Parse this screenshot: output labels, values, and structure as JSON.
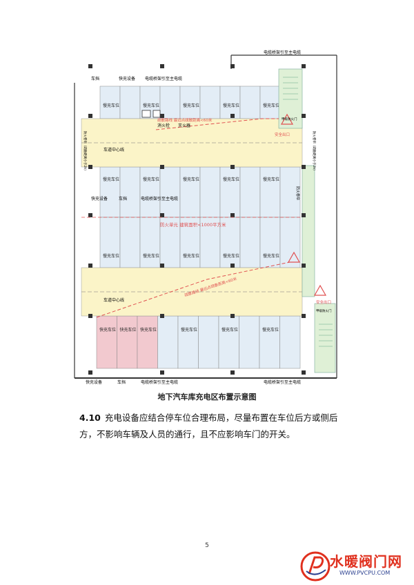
{
  "drawing": {
    "labels": {
      "cable_top": "电缆桥架引至主电缆",
      "car_block": "车挡",
      "charging_device": "快充设备",
      "cable_tray_main": "电缆桥架引至主电缆",
      "slow_spot": "慢充车位",
      "fast_spot": "快充车位",
      "hydrant": "消火栓",
      "extinguisher": "灭火器",
      "lane_center": "车道中心线",
      "evac_route_top": "疏散路线 最远点疏散距离<60米",
      "evac_route_bottom": "疏散路线 最远点疏散距离<60米",
      "fire_unit": "防火单元 建筑面积<1000平方米",
      "fire_door": "甲级防火门",
      "safe_exit": "安全出口",
      "fire_shutter": "防火卷帘",
      "side_spacing": "防火卷帘（疏散距离小于2h）"
    },
    "colors": {
      "lane_fill": "#fbf4c8",
      "slow_fill": "#e3edf6",
      "fast_fill": "#f2c9cf",
      "green_fill": "#dff0d6",
      "evac_red": "#e05050"
    }
  },
  "caption": "地下汽车库充电区布置示意图",
  "paragraph": {
    "number": "4.10",
    "text": "充电设备应结合停车位合理布局，尽量布置在车位后方或侧后方，不影响车辆及人员的通行，且不应影响车门的开关。"
  },
  "page_number": "5",
  "watermark": {
    "title": "水暖阀门网",
    "url": "WWW.PVCPU.COM"
  }
}
